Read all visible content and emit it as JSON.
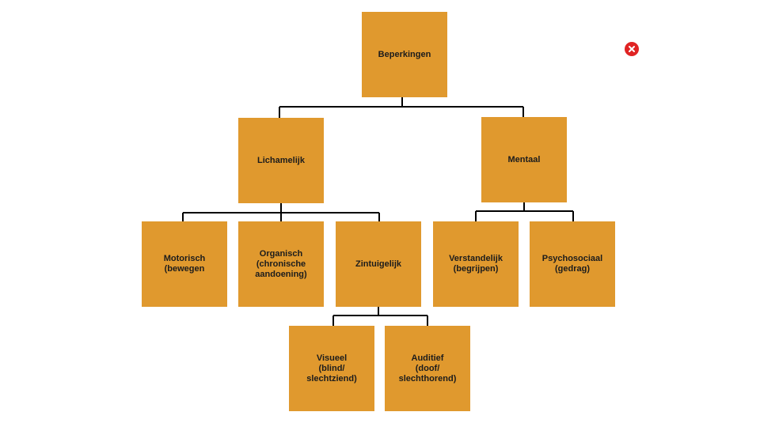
{
  "diagram": {
    "root": "Beperkingen",
    "lichamelijk": "Lichamelijk",
    "mentaal": "Mentaal",
    "motorisch": "Motorisch\n(bewegen",
    "organisch": "Organisch\n(chronische\naandoening)",
    "zintuigelijk": "Zintuigelijk",
    "verstandelijk": "Verstandelijk\n(begrijpen)",
    "psychosociaal": "Psychosociaal\n(gedrag)",
    "visueel": "Visueel\n(blind/\nslechtziend)",
    "auditief": "Auditief\n(doof/\nslechthorend)"
  },
  "colors": {
    "node_fill": "#e0992e",
    "connector": "#000000",
    "close_button": "#e02424"
  },
  "icons": {
    "close": "close-icon"
  }
}
